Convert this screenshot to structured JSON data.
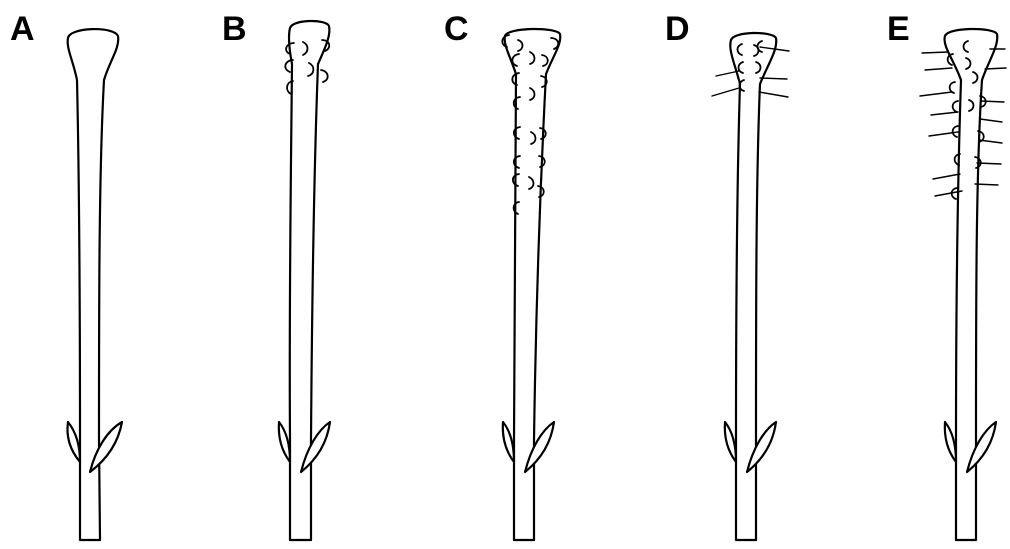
{
  "figure": {
    "panels": [
      {
        "label": "A",
        "stage": "no-projections"
      },
      {
        "label": "B",
        "stage": "few-papillae-at-tip"
      },
      {
        "label": "C",
        "stage": "many-papillae"
      },
      {
        "label": "D",
        "stage": "few-papillae-with-hairs"
      },
      {
        "label": "E",
        "stage": "many-papillae-with-hairs"
      }
    ],
    "colors": {
      "background": "#ffffff",
      "line": "#000000"
    }
  }
}
